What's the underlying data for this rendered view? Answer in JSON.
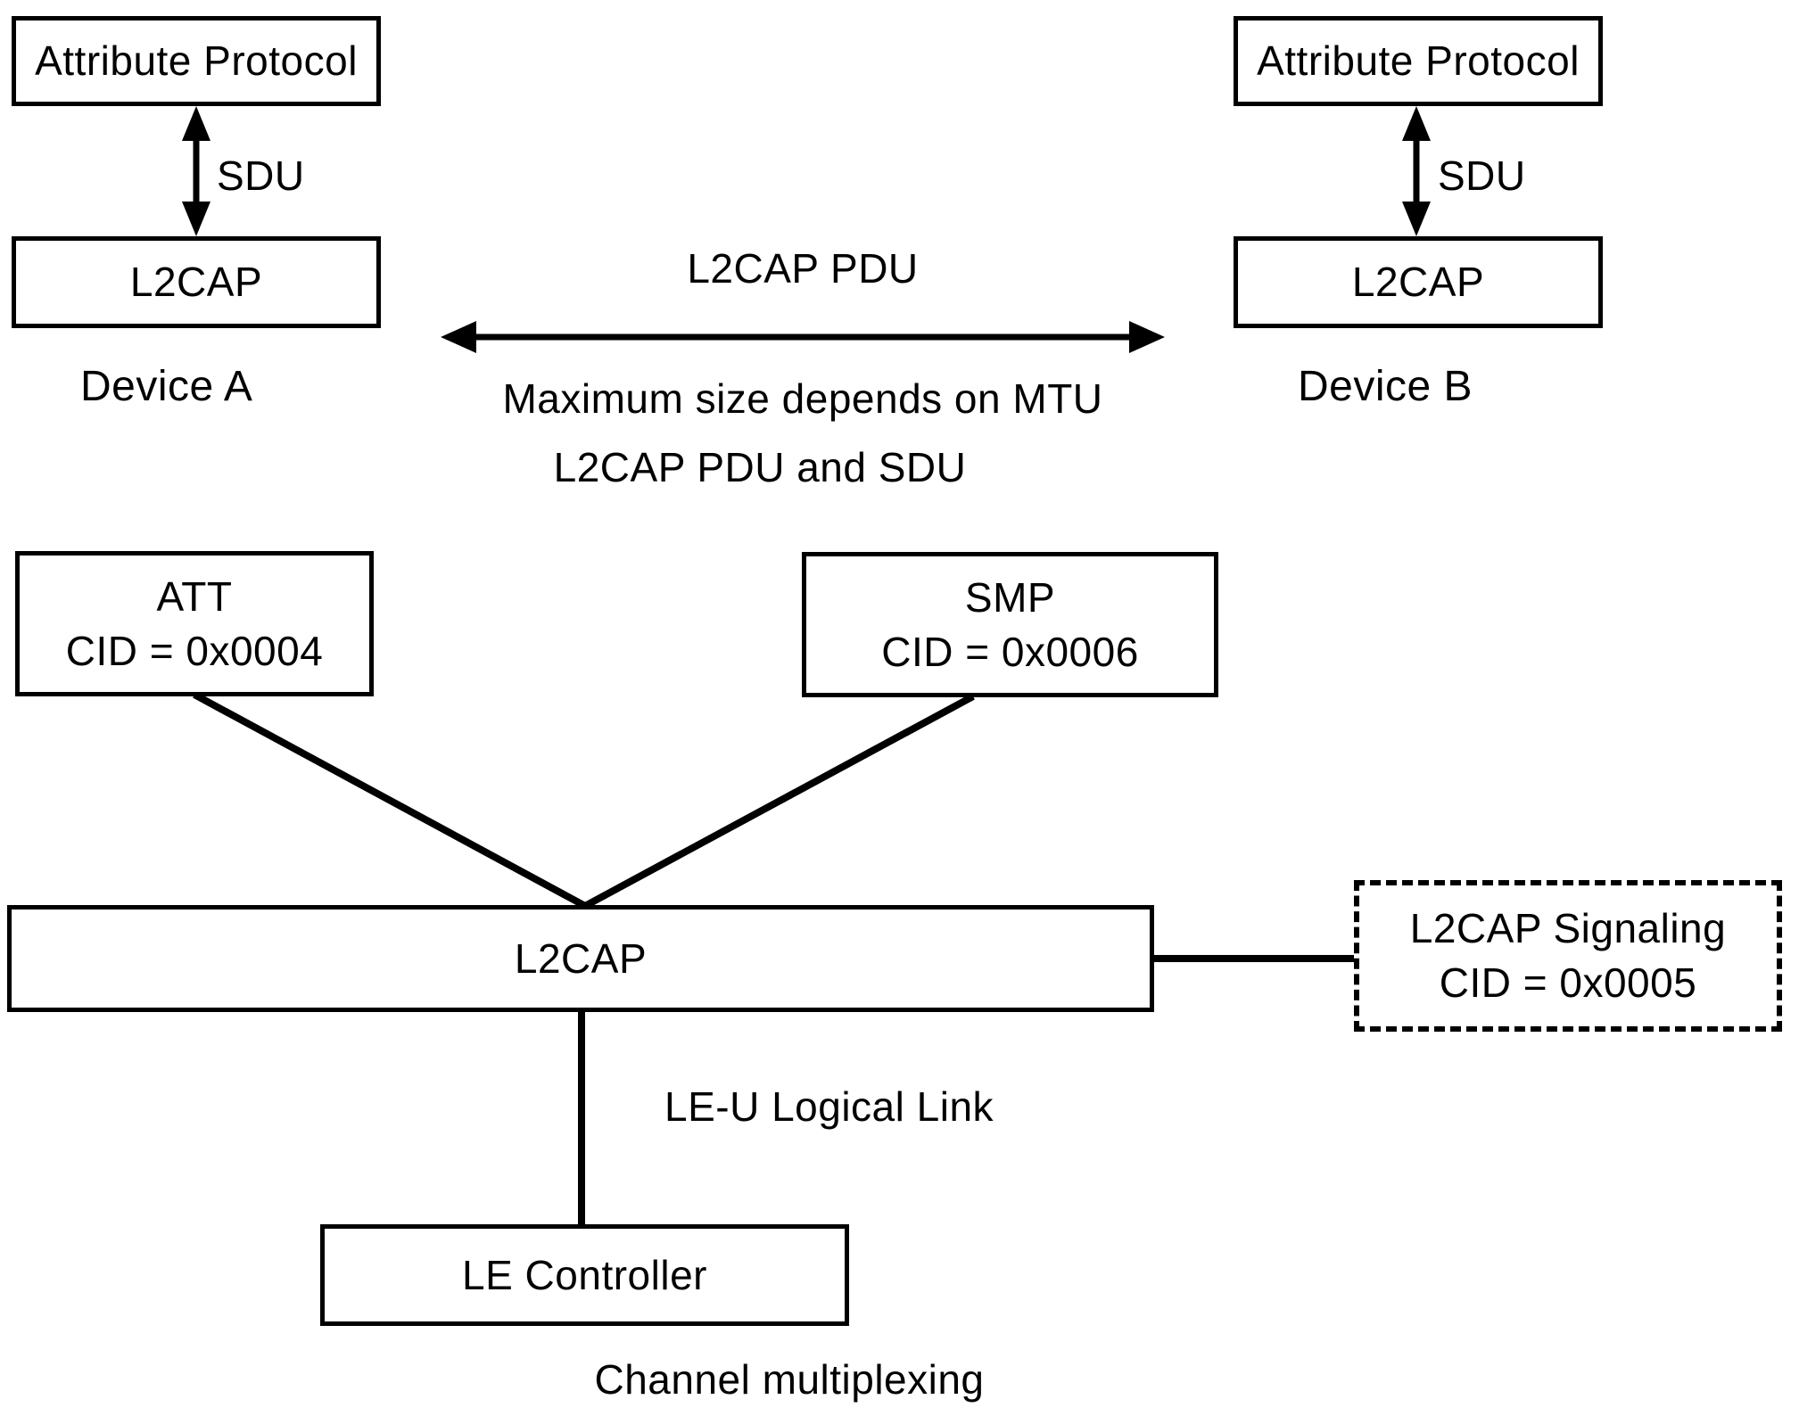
{
  "top": {
    "caption": "L2CAP PDU and SDU",
    "pdu_label": "L2CAP PDU",
    "pdu_sublabel": "Maximum size depends on MTU",
    "device_a": {
      "protocol_box": "Attribute Protocol",
      "l2cap_box": "L2CAP",
      "sdu_label": "SDU",
      "device_label": "Device A"
    },
    "device_b": {
      "protocol_box": "Attribute Protocol",
      "l2cap_box": "L2CAP",
      "sdu_label": "SDU",
      "device_label": "Device B"
    }
  },
  "bottom": {
    "caption": "Channel multiplexing",
    "att_box": {
      "title": "ATT",
      "cid": "CID = 0x0004"
    },
    "smp_box": {
      "title": "SMP",
      "cid": "CID = 0x0006"
    },
    "l2cap_box": "L2CAP",
    "signaling_box": {
      "title": "L2CAP Signaling",
      "cid": "CID = 0x0005"
    },
    "link_label": "LE-U Logical Link",
    "controller_box": "LE Controller"
  },
  "colors": {
    "stroke": "#000000",
    "text": "#000000",
    "background": "#ffffff"
  }
}
